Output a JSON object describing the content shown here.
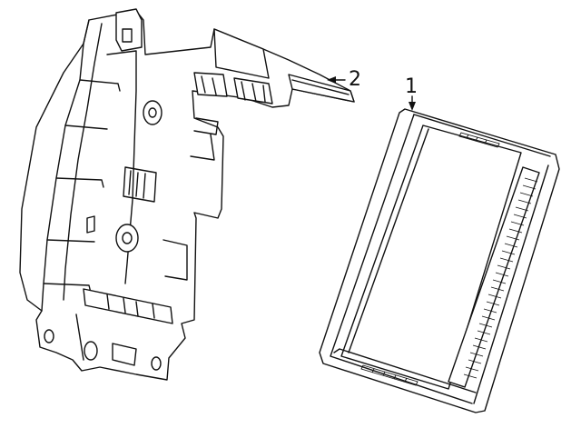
{
  "callouts": [
    {
      "label": "1",
      "part": "module"
    },
    {
      "label": "2",
      "part": "bracket"
    }
  ]
}
